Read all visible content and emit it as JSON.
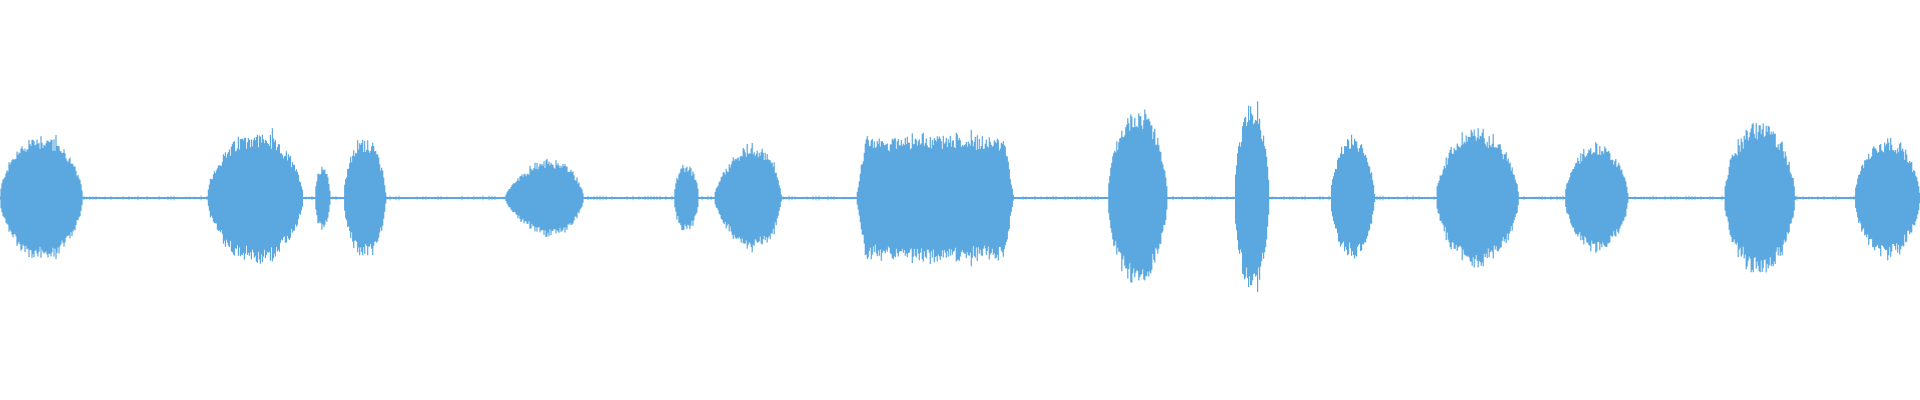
{
  "waveform": {
    "color": "#5ba7e0",
    "segments": [
      {
        "start": 0.0,
        "end": 0.043,
        "amplitude": 0.42,
        "shape": "dome"
      },
      {
        "start": 0.108,
        "end": 0.158,
        "amplitude": 0.43,
        "shape": "dome"
      },
      {
        "start": 0.164,
        "end": 0.172,
        "amplitude": 0.22,
        "shape": "dome"
      },
      {
        "start": 0.179,
        "end": 0.201,
        "amplitude": 0.4,
        "shape": "dome"
      },
      {
        "start": 0.263,
        "end": 0.304,
        "amplitude": 0.31,
        "shape": "rise"
      },
      {
        "start": 0.351,
        "end": 0.364,
        "amplitude": 0.22,
        "shape": "dome"
      },
      {
        "start": 0.372,
        "end": 0.407,
        "amplitude": 0.43,
        "shape": "rise"
      },
      {
        "start": 0.446,
        "end": 0.528,
        "amplitude": 0.42,
        "shape": "plateau"
      },
      {
        "start": 0.577,
        "end": 0.608,
        "amplitude": 0.58,
        "shape": "dome"
      },
      {
        "start": 0.643,
        "end": 0.661,
        "amplitude": 0.62,
        "shape": "dome"
      },
      {
        "start": 0.693,
        "end": 0.716,
        "amplitude": 0.4,
        "shape": "dome"
      },
      {
        "start": 0.748,
        "end": 0.791,
        "amplitude": 0.46,
        "shape": "dome"
      },
      {
        "start": 0.815,
        "end": 0.848,
        "amplitude": 0.36,
        "shape": "dome"
      },
      {
        "start": 0.898,
        "end": 0.935,
        "amplitude": 0.5,
        "shape": "dome"
      },
      {
        "start": 0.966,
        "end": 1.0,
        "amplitude": 0.4,
        "shape": "dome"
      }
    ],
    "noise_floor": 0.012
  }
}
